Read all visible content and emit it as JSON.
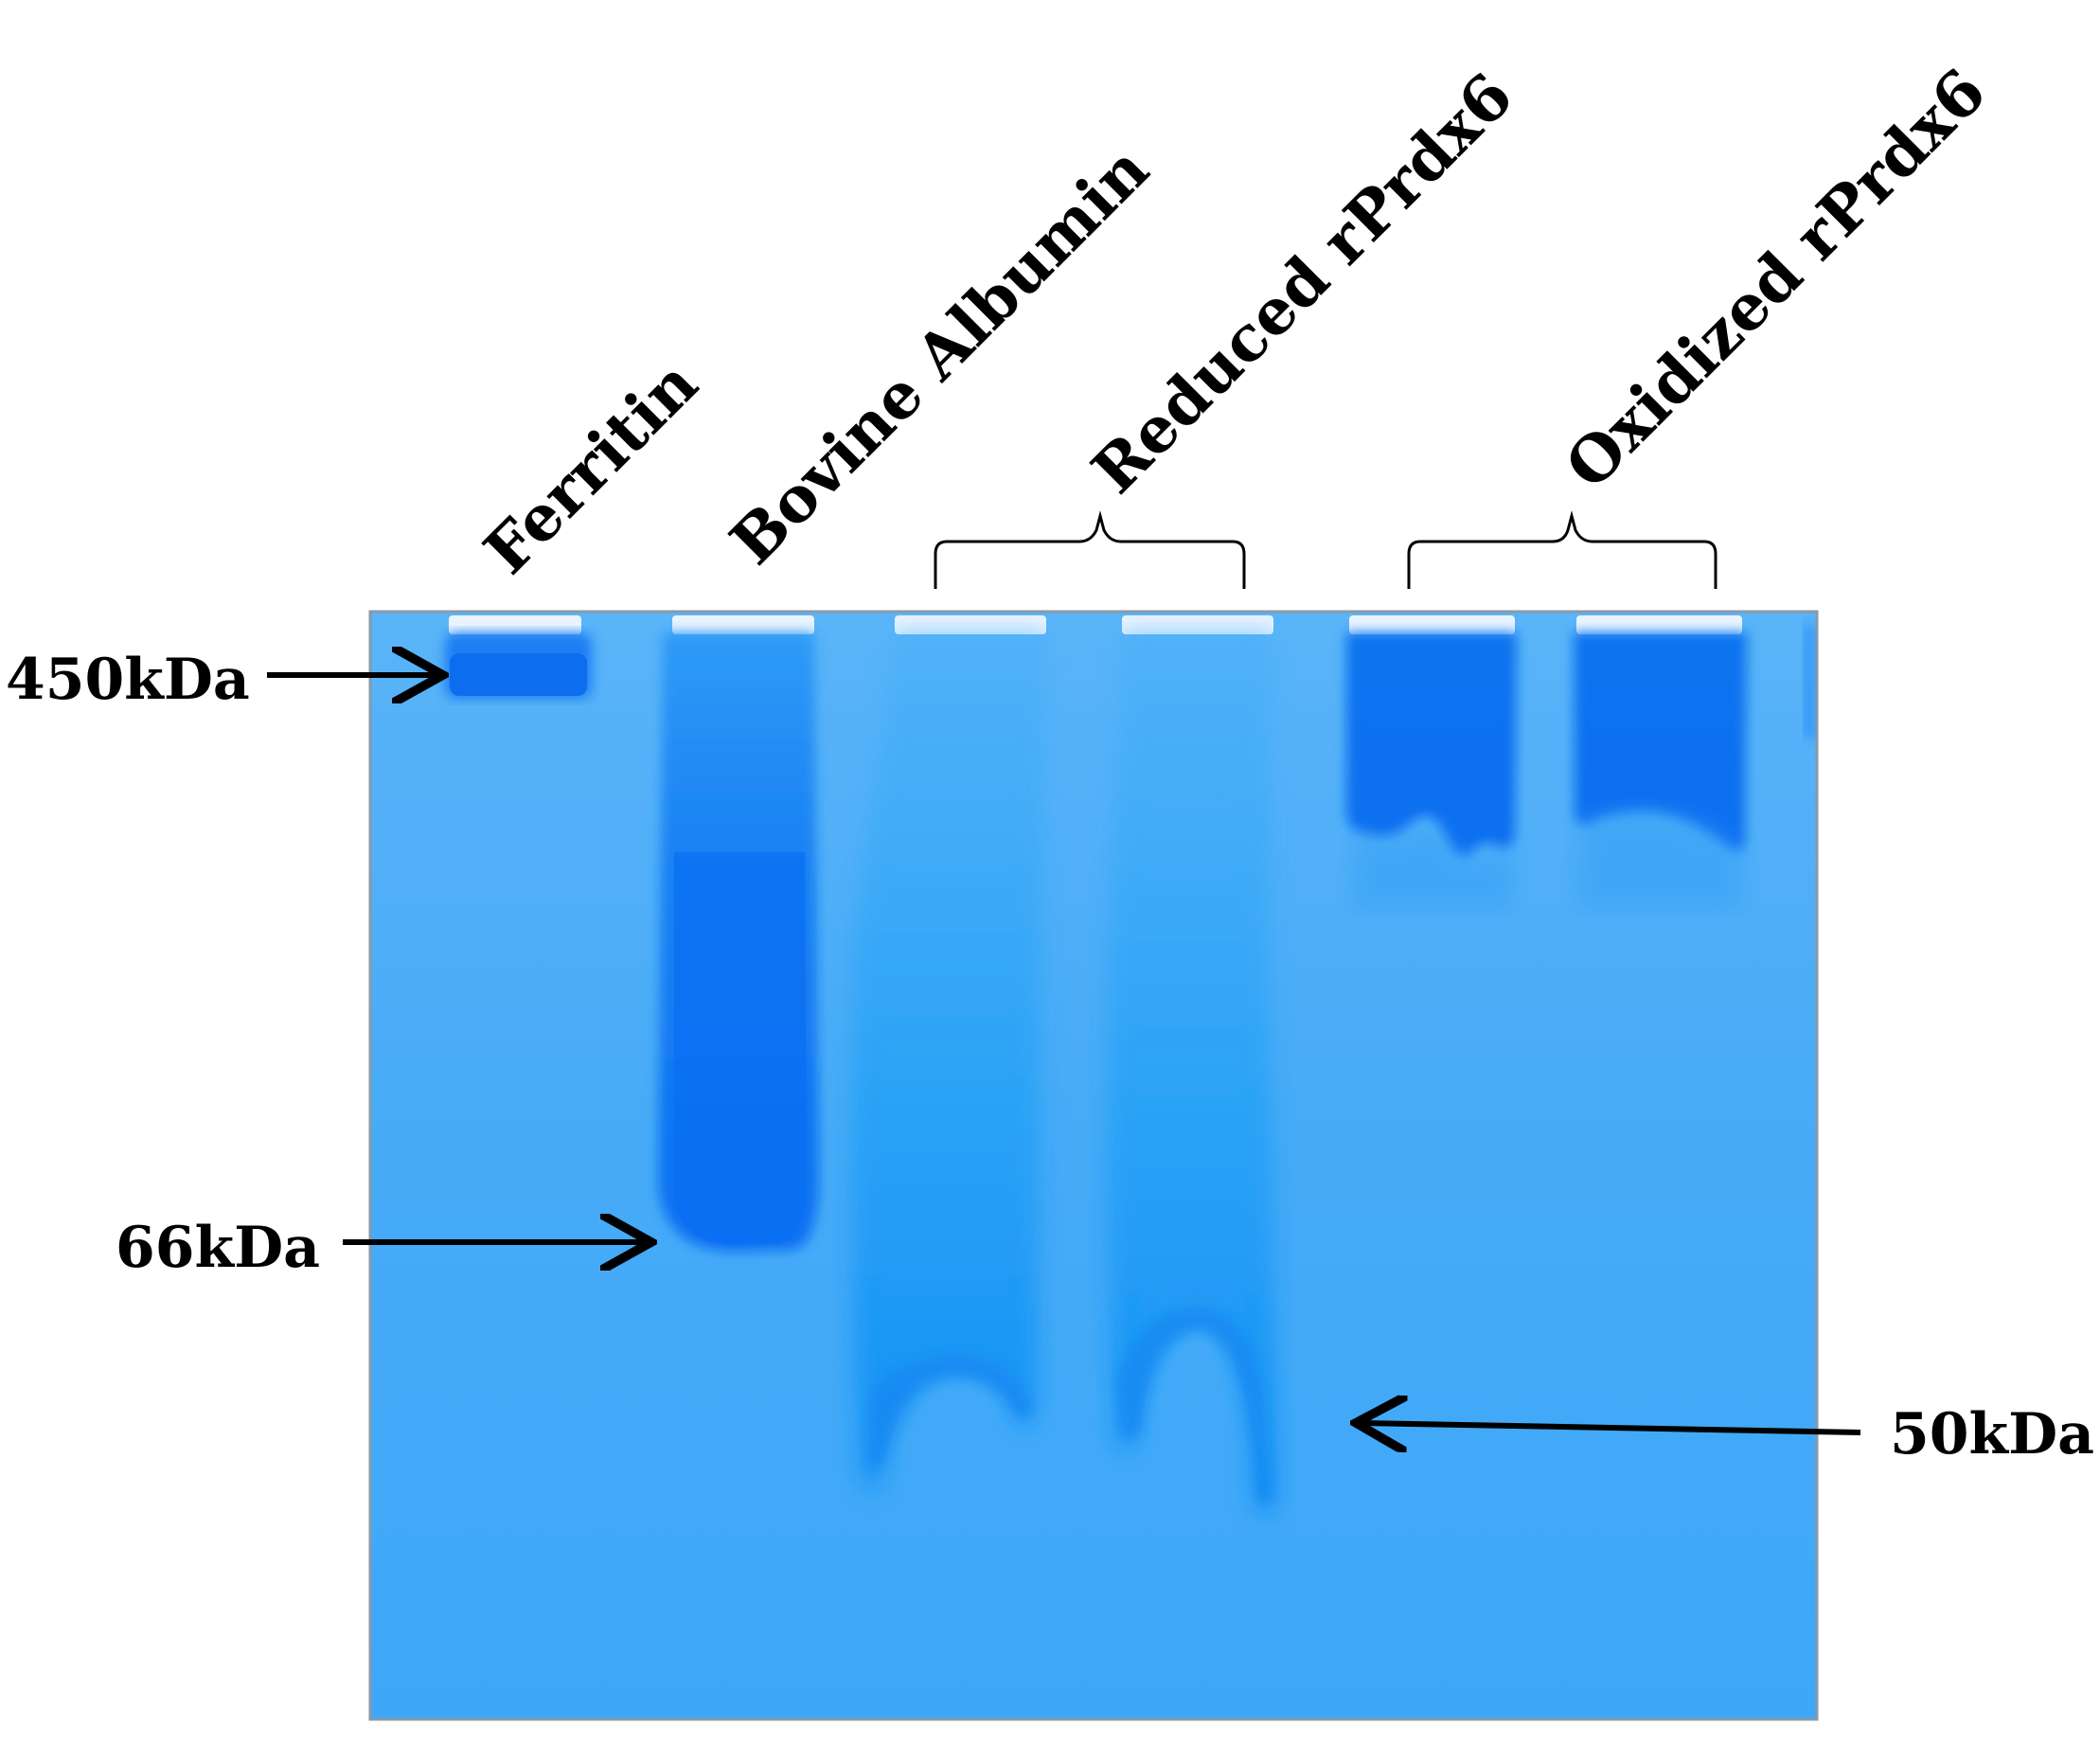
{
  "lane_labels": {
    "ferritin": "Ferritin",
    "bovine_albumin": "Bovine Albumin",
    "reduced_rprdx6": "Reduced rPrdx6",
    "oxidized_rprdx6": "Oxidized rPrdx6"
  },
  "markers": {
    "m450": "450kDa",
    "m66": "66kDa",
    "m50": "50kDa"
  },
  "colors": {
    "gel_background": "#4aaef7",
    "gel_border": "#8a9aa8",
    "band_dark": "#0a6cf0",
    "band_mid": "#1a86f5",
    "well": "#eaf4ff",
    "annotation": "#000000"
  }
}
